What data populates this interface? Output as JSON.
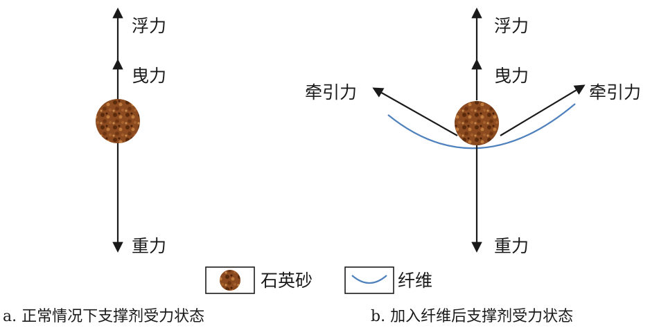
{
  "panel_a": {
    "label_buoyancy": "浮力",
    "label_drag": "曳力",
    "label_gravity": "重力",
    "caption": "a. 正常情况下支撑剂受力状态"
  },
  "panel_b": {
    "label_buoyancy": "浮力",
    "label_drag": "曳力",
    "label_gravity": "重力",
    "label_traction_left": "牵引力",
    "label_traction_right": "牵引力",
    "caption": "b. 加入纤维后支撑剂受力状态"
  },
  "legend": {
    "sand_label": "石英砂",
    "fiber_label": "纤维"
  },
  "colors": {
    "sand_base": "#8b4a1f",
    "sand_dark": "#5a2a0c",
    "sand_light": "#c07a3c",
    "fiber": "#4f81bd",
    "arrow": "#1a1a1a"
  }
}
